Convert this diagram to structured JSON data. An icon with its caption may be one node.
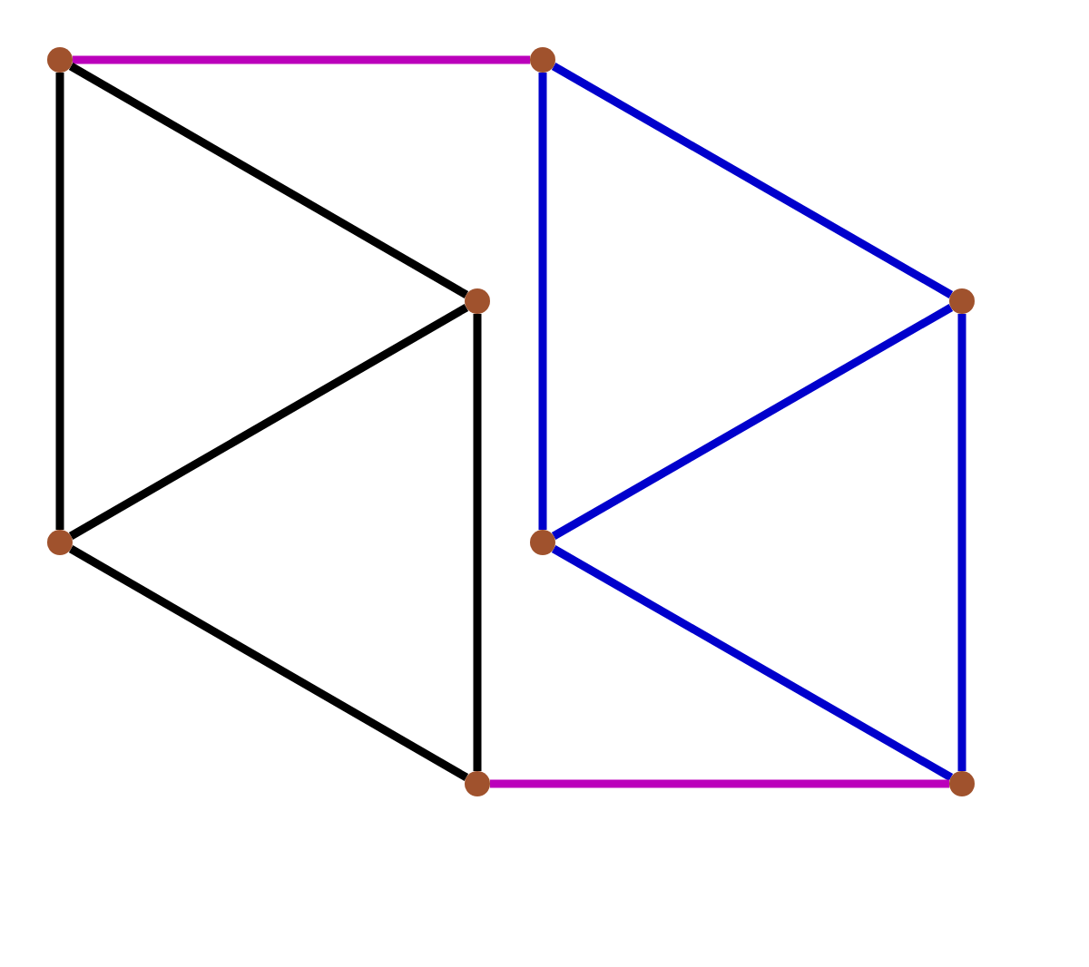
{
  "diagram": {
    "nodes": [
      {
        "text": [],
        "shape": "circle"
      },
      {
        "text": [],
        "shape": "circle"
      },
      {
        "text": [],
        "shape": "circle"
      },
      {
        "text": [],
        "shape": "circle"
      },
      {
        "text": [],
        "shape": "circle"
      },
      {
        "text": [],
        "shape": "circle"
      },
      {
        "text": [],
        "shape": "circle"
      },
      {
        "text": [],
        "shape": "circle"
      }
    ],
    "edges": [
      {
        "from": 0,
        "to": 4,
        "arrow": "none",
        "color": "#bb00bb"
      },
      {
        "from": 0,
        "to": 1,
        "arrow": "none"
      },
      {
        "from": 0,
        "to": 2,
        "arrow": "none"
      },
      {
        "from": 2,
        "to": 1,
        "arrow": "none"
      },
      {
        "from": 2,
        "to": 3,
        "arrow": "none"
      },
      {
        "from": 1,
        "to": 3,
        "arrow": "none"
      },
      {
        "from": 4,
        "to": 5,
        "arrow": "none",
        "color": "#0000cc"
      },
      {
        "from": 4,
        "to": 6,
        "arrow": "none",
        "color": "#0000cc"
      },
      {
        "from": 6,
        "to": 5,
        "arrow": "none",
        "color": "#0000cc"
      },
      {
        "from": 6,
        "to": 7,
        "arrow": "none",
        "color": "#0000cc"
      },
      {
        "from": 5,
        "to": 7,
        "arrow": "none",
        "color": "#0000cc"
      },
      {
        "from": 3,
        "to": 7,
        "arrow": "none",
        "color": "#bb00bb"
      }
    ]
  }
}
